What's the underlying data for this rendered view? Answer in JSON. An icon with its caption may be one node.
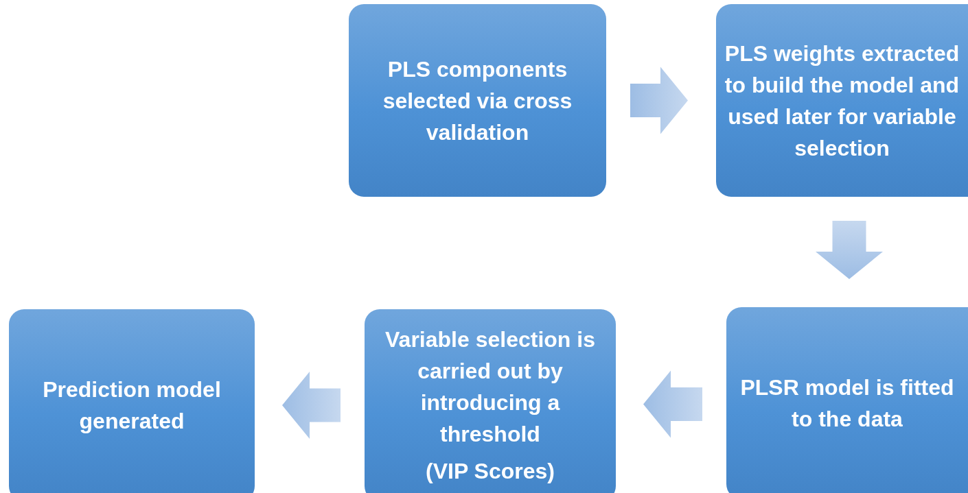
{
  "diagram": {
    "nodes": [
      {
        "text": [
          "PLS components selected via cross validation"
        ]
      },
      {
        "text": [
          "PLS weights extracted to build the model and used later for variable selection"
        ]
      },
      {
        "text": [
          "PLSR model is fitted to the data"
        ]
      },
      {
        "text": [
          "Variable selection is carried out by introducing a threshold",
          "(VIP Scores)"
        ]
      },
      {
        "text": [
          "Prediction model generated"
        ]
      }
    ],
    "edges": [
      {
        "from": 0,
        "to": 1,
        "arrow": "to"
      },
      {
        "from": 1,
        "to": 2,
        "arrow": "to"
      },
      {
        "from": 2,
        "to": 3,
        "arrow": "to"
      },
      {
        "from": 3,
        "to": 4,
        "arrow": "to"
      }
    ]
  }
}
